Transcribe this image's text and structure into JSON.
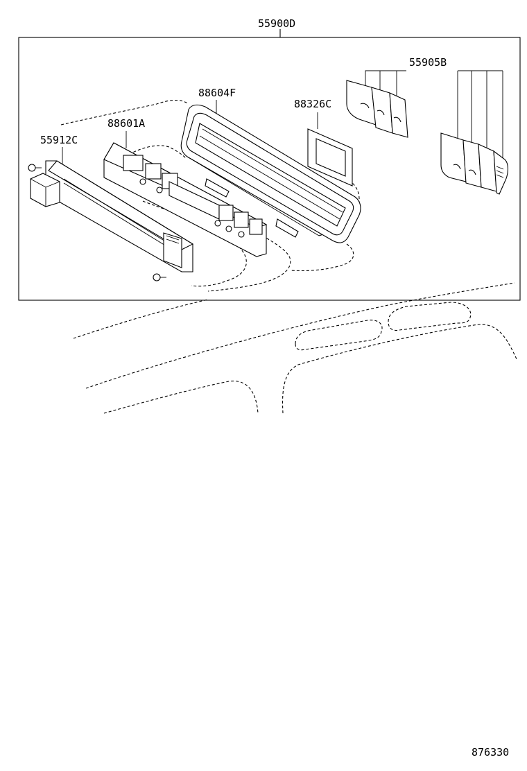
{
  "diagram": {
    "callouts": {
      "assembly": "55900D",
      "knob_set": "55905B",
      "panel_frame": "88604F",
      "label_plate": "88326C",
      "control_unit": "88601A",
      "bracket": "55912C"
    },
    "drawing_number": "876330"
  }
}
